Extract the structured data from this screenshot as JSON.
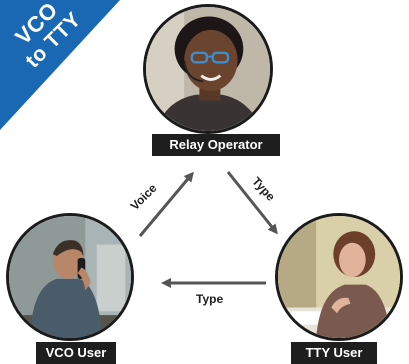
{
  "banner": {
    "line1": "VCO",
    "line2": "to TTY",
    "color": "#1a67b4"
  },
  "nodes": {
    "operator": {
      "label": "Relay Operator"
    },
    "vco": {
      "label": "VCO User"
    },
    "tty": {
      "label": "TTY User"
    }
  },
  "edges": {
    "vco_to_operator": {
      "label": "Voice"
    },
    "operator_to_tty": {
      "label": "Type"
    },
    "tty_to_vco": {
      "label": "Type"
    }
  },
  "colors": {
    "arrow": "#555555",
    "tag_bg": "#1e1e1e"
  }
}
